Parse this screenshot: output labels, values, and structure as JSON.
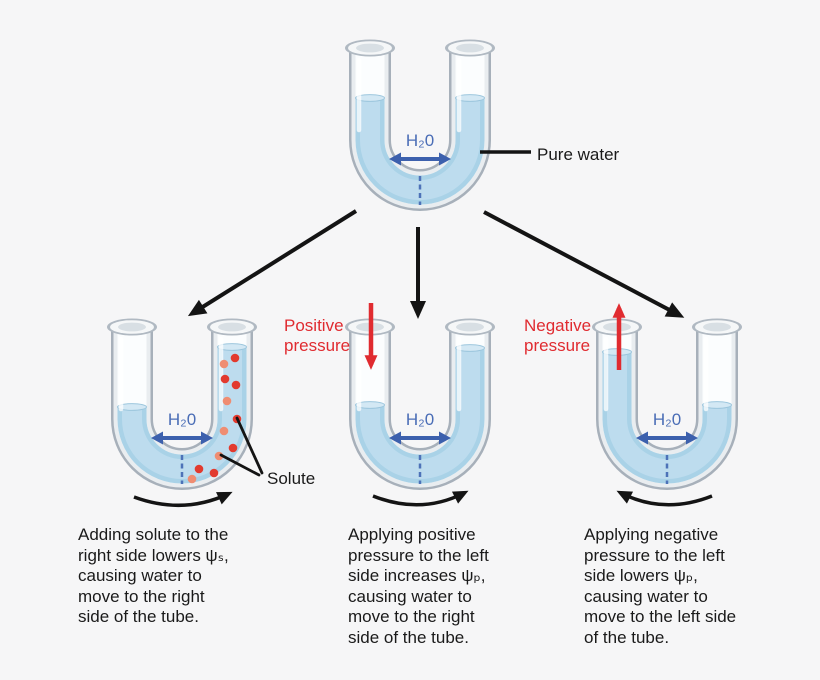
{
  "tubes": {
    "pure": {
      "h2o": "H₂0",
      "callout": "Pure water"
    },
    "solute": {
      "h2o": "H₂0",
      "particles_label": "Solute",
      "caption": "Adding solute to the\nright side lowers ψₛ,\ncausing water to\nmove to the right\nside of the tube."
    },
    "positive": {
      "h2o": "H₂0",
      "pressure_label": "Positive\npressure",
      "caption": "Applying positive\npressure to the left\nside increases ψₚ,\ncausing water to\nmove to the right\nside of the tube."
    },
    "negative": {
      "h2o": "H₂0",
      "pressure_label": "Negative\npressure",
      "caption": "Applying negative\npressure to the left\nside lowers ψₚ,\ncausing water to\nmove to the left side\nof the tube."
    }
  },
  "colors": {
    "background": "#f6f6f7",
    "water": "#a9d2e7",
    "glass": "#a7b0ba",
    "h2o_blue": "#4a6db6",
    "arrow_blue": "#3c60ad",
    "pressure_red": "#e02b30",
    "solute_red": "#e23a2e",
    "solute_salmon": "#ef8d72",
    "text": "#1a1a1a"
  }
}
